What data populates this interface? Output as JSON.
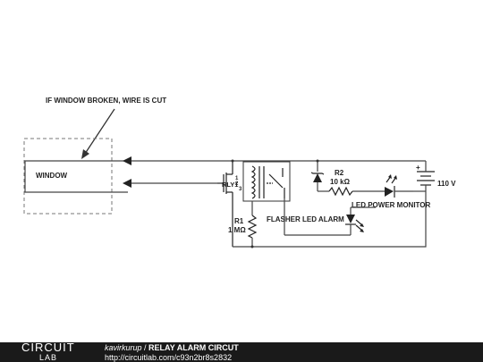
{
  "annotation": "IF WINDOW BROKEN, WIRE IS CUT",
  "labels": {
    "window": "WINDOW",
    "relay_ref": "RLY1",
    "relay_pins": [
      "1",
      "2",
      "3"
    ],
    "r1_name": "R1",
    "r1_value": "1 MΩ",
    "r2_name": "R2",
    "r2_value": "10 kΩ",
    "flasher_led": "FLASHER LED ALARM",
    "power_led": "LED POWER MONITOR",
    "battery_voltage": "110 V",
    "battery_plus": "+"
  },
  "footer": {
    "logo_top": "CIRCUIT",
    "logo_bottom": "LAB",
    "author": "kavirkurup",
    "separator": " / ",
    "title": "RELAY ALARM CIRCUT",
    "url": "http://circuitlab.com/c93n2br8s2832"
  }
}
